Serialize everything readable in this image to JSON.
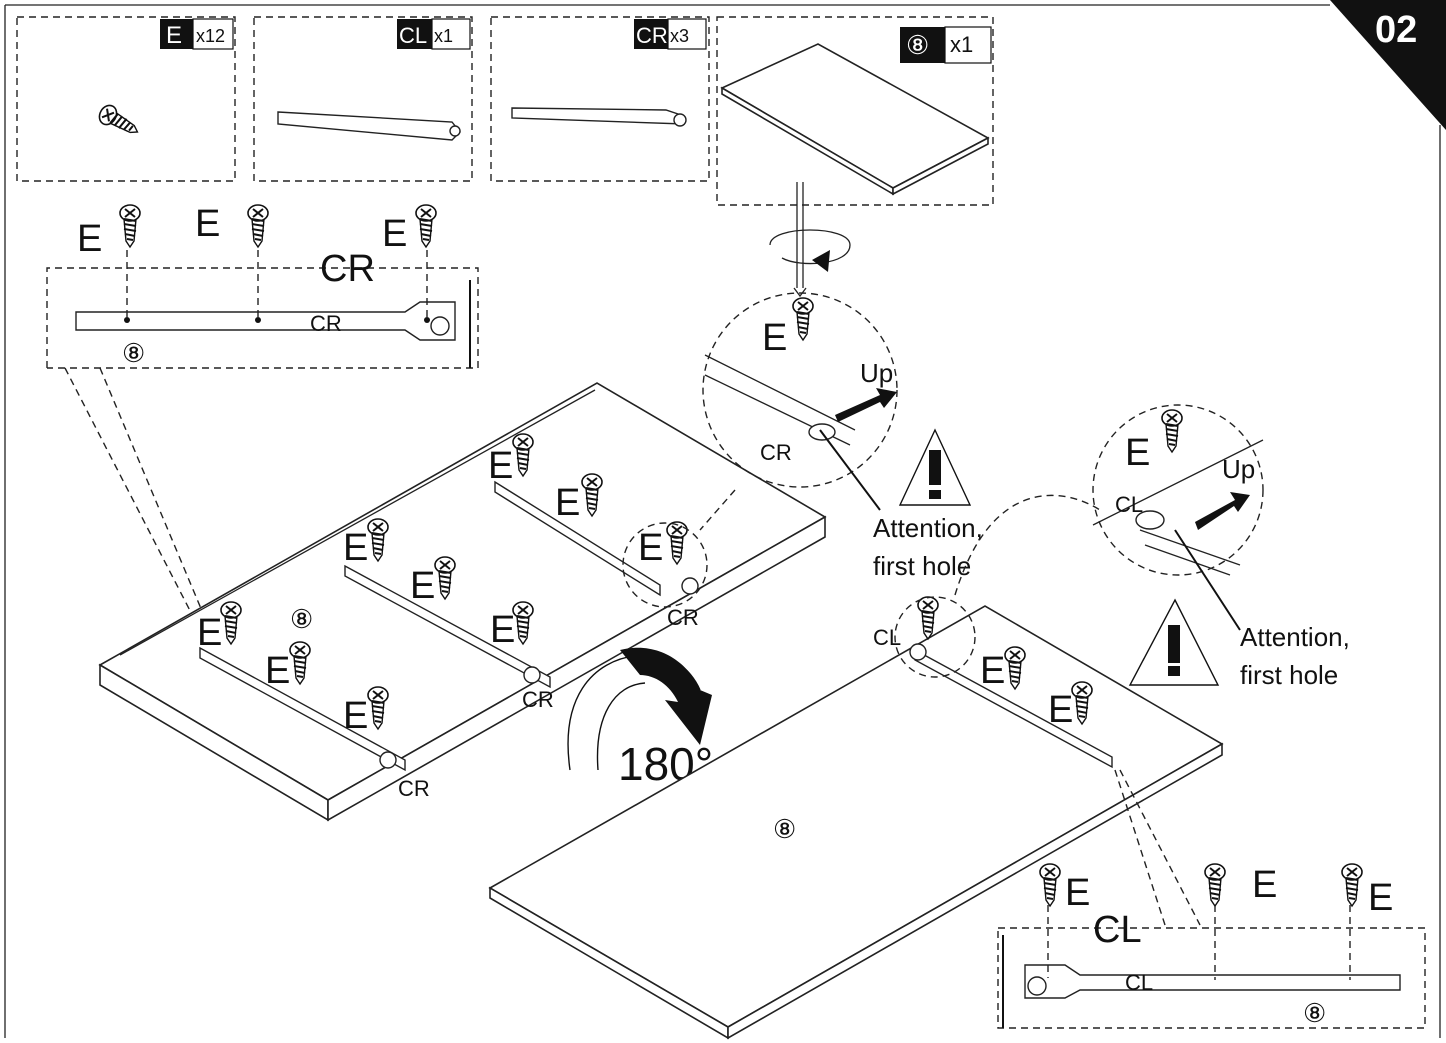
{
  "step": {
    "number": "02"
  },
  "parts": [
    {
      "code": "E",
      "qty": "x12"
    },
    {
      "code": "CL",
      "qty": "x1"
    },
    {
      "code": "CR",
      "qty": "x3"
    },
    {
      "code": "⑧",
      "qty": "x1"
    }
  ],
  "labels": {
    "screw": "E",
    "right_rail": "CR",
    "left_rail": "CL",
    "panel": "⑧",
    "up": "Up",
    "attention_line1": "Attention,",
    "attention_line2": "first hole",
    "rotation": "180°"
  },
  "colors": {
    "ink": "#111111",
    "paper": "#ffffff"
  }
}
